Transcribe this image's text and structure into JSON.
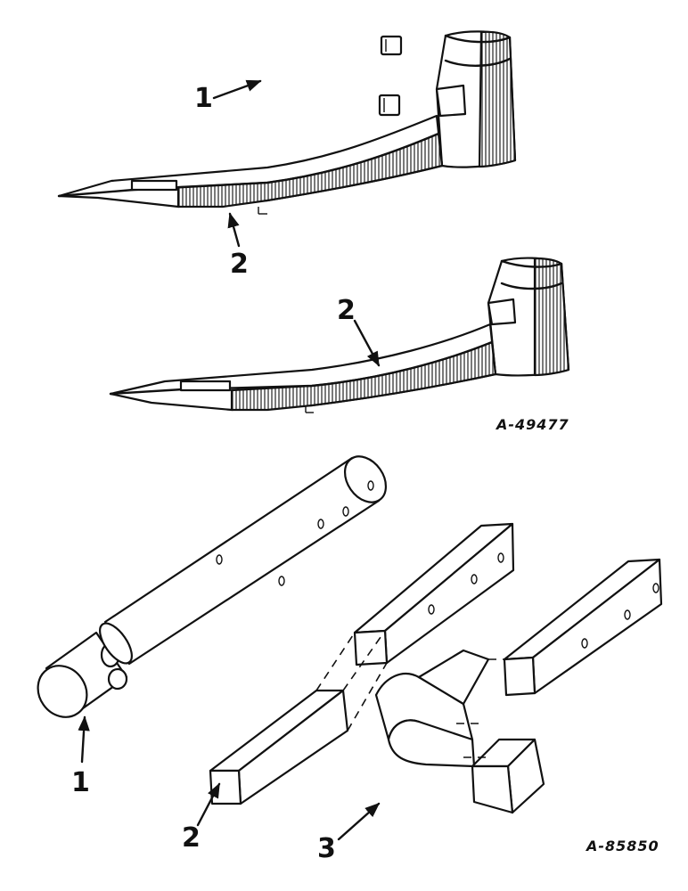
{
  "top_figure": {
    "callouts": {
      "u_bolt": "1",
      "shank_upper": "2",
      "shank_lower": "2"
    },
    "figure_code": "A-49477"
  },
  "bottom_figure": {
    "callouts": {
      "round_bar": "1",
      "square_bar": "2",
      "bent_bar": "3"
    },
    "figure_code": "A-85850"
  }
}
